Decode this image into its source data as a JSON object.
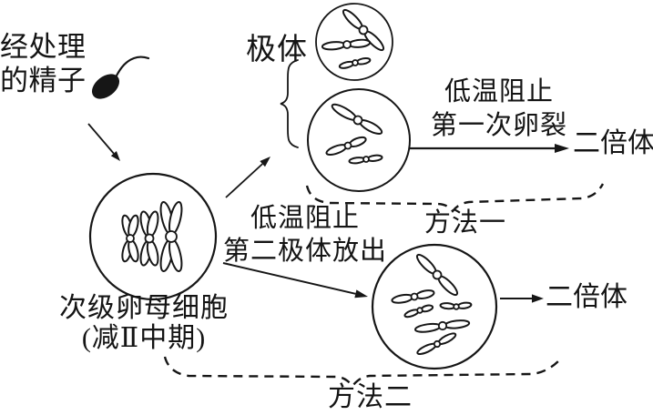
{
  "labels": {
    "treated_sperm_line1": "经处理",
    "treated_sperm_line2": "的精子",
    "polar_body": "极体",
    "method1_condition_line1": "低温阻止",
    "method1_condition_line2": "第一次卵裂",
    "method2_condition_line1": "低温阻止",
    "method2_condition_line2": "第二极体放出",
    "diploid_result_1": "二倍体",
    "diploid_result_2": "二倍体",
    "oocyte_line1": "次级卵母细胞",
    "oocyte_line2": "(减Ⅱ中期)",
    "method1": "方法一",
    "method2": "方法二"
  },
  "icons": {
    "sperm": "sperm-icon",
    "polar_body_brace": "curly-brace",
    "method_braces": "dashed-horizontal-braces"
  },
  "cells": [
    {
      "name": "secondary-oocyte",
      "chromosomes": 3,
      "chromosome_shape": "X-shaped (metaphase II)"
    },
    {
      "name": "polar-body",
      "chromosomes": 3,
      "chromosome_shape": "rod"
    },
    {
      "name": "method1-egg",
      "chromosomes": 3,
      "chromosome_shape": "rod"
    },
    {
      "name": "method2-egg",
      "chromosomes": 6,
      "chromosome_shape": "rod"
    }
  ],
  "colors": {
    "ink": "#161616",
    "background": "#ffffff"
  }
}
